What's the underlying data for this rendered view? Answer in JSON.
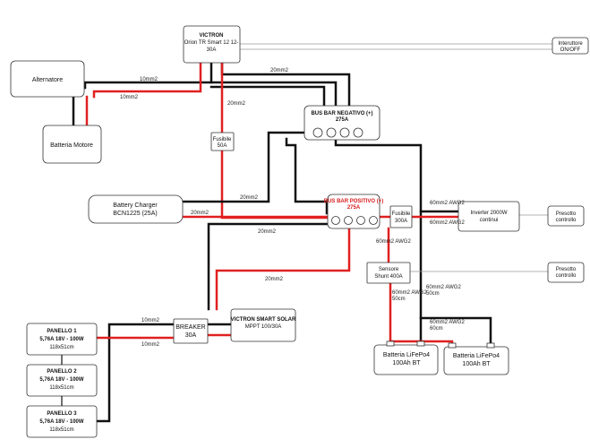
{
  "components": {
    "victron_orion": {
      "line1": "VICTRON",
      "line2": "Orion TR Smart 12 12-",
      "line3": "30A"
    },
    "isolation_switch": {
      "line1": "Interuttore",
      "line2": "ON/OFF"
    },
    "alternator": {
      "label": "Alternatore"
    },
    "engine_battery": {
      "label": "Batteria Motore"
    },
    "bus_negative": {
      "label": "BUS BAR NEGATIVO (+)",
      "sub": "275A"
    },
    "fuse_50": {
      "line1": "Fusibile",
      "line2": "50A"
    },
    "battery_charger": {
      "line1": "Battery Charger",
      "line2": "BCN1225 (25A)"
    },
    "bus_positive": {
      "label": "BUS BAR POSITIVO (+)",
      "sub": "275A"
    },
    "fuse_300": {
      "line1": "Fusibile",
      "line2": "300A"
    },
    "inverter": {
      "line1": "Inverter 2000W",
      "line2": "continui"
    },
    "socket_top": {
      "line1": "Presotto",
      "line2": "controllo"
    },
    "shunt": {
      "line1": "Sensore",
      "line2": "Shunt 400A"
    },
    "socket_mid": {
      "line1": "Presotto",
      "line2": "controllo"
    },
    "victron_mppt": {
      "line1": "VICTRON SMART SOLAR",
      "line2": "MPPT 100/30A"
    },
    "breaker": {
      "line1": "BREAKER",
      "line2": "30A"
    },
    "panel1": {
      "line1": "PANELLO 1",
      "line2": "5,76A 18V - 100W",
      "line3": "118x51cm"
    },
    "panel2": {
      "line1": "PANELLO 2",
      "line2": "5,76A 18V - 100W",
      "line3": "118x51cm"
    },
    "panel3": {
      "line1": "PANELLO 3",
      "line2": "5,76A 18V - 100W",
      "line3": "118x51cm"
    },
    "battery1": {
      "line1": "Batteria LiFePo4",
      "line2": "100Ah BT"
    },
    "battery2": {
      "line1": "Batteria LiFePo4",
      "line2": "100Ah BT"
    }
  },
  "wire_labels": {
    "w10mm2_a": "10mm2",
    "w10mm2_b": "10mm2",
    "w20mm2_top": "20mm2",
    "w20mm2_fuse": "20mm2",
    "w20mm2_charger": "20mm2",
    "w20mm2_mid": "20mm2",
    "w20mm2_left": "20mm2",
    "w20mm2_mppt": "20mm2",
    "w60mm2_inv1": "60mm2 AWG2",
    "w60mm2_inv2": "60mm2 AWG2",
    "w60mm2_shunt": "60mm2 AWG2",
    "w60mm2_shunt2a": "60mm2 AWG2",
    "w60mm2_shunt2b": "50cm",
    "w60mm2_bat_a": "60mm2 AWG2",
    "w60mm2_bat_b": "50cm",
    "w60mm2_bat2_a": "60mm2 AWG2",
    "w60mm2_bat2_b": "60cm",
    "w10mm2_panel1": "10mm2",
    "w10mm2_panel2": "10mm2"
  },
  "colors": {
    "positive": "#e02020",
    "negative": "#111111",
    "signal": "#9a9a9a"
  }
}
